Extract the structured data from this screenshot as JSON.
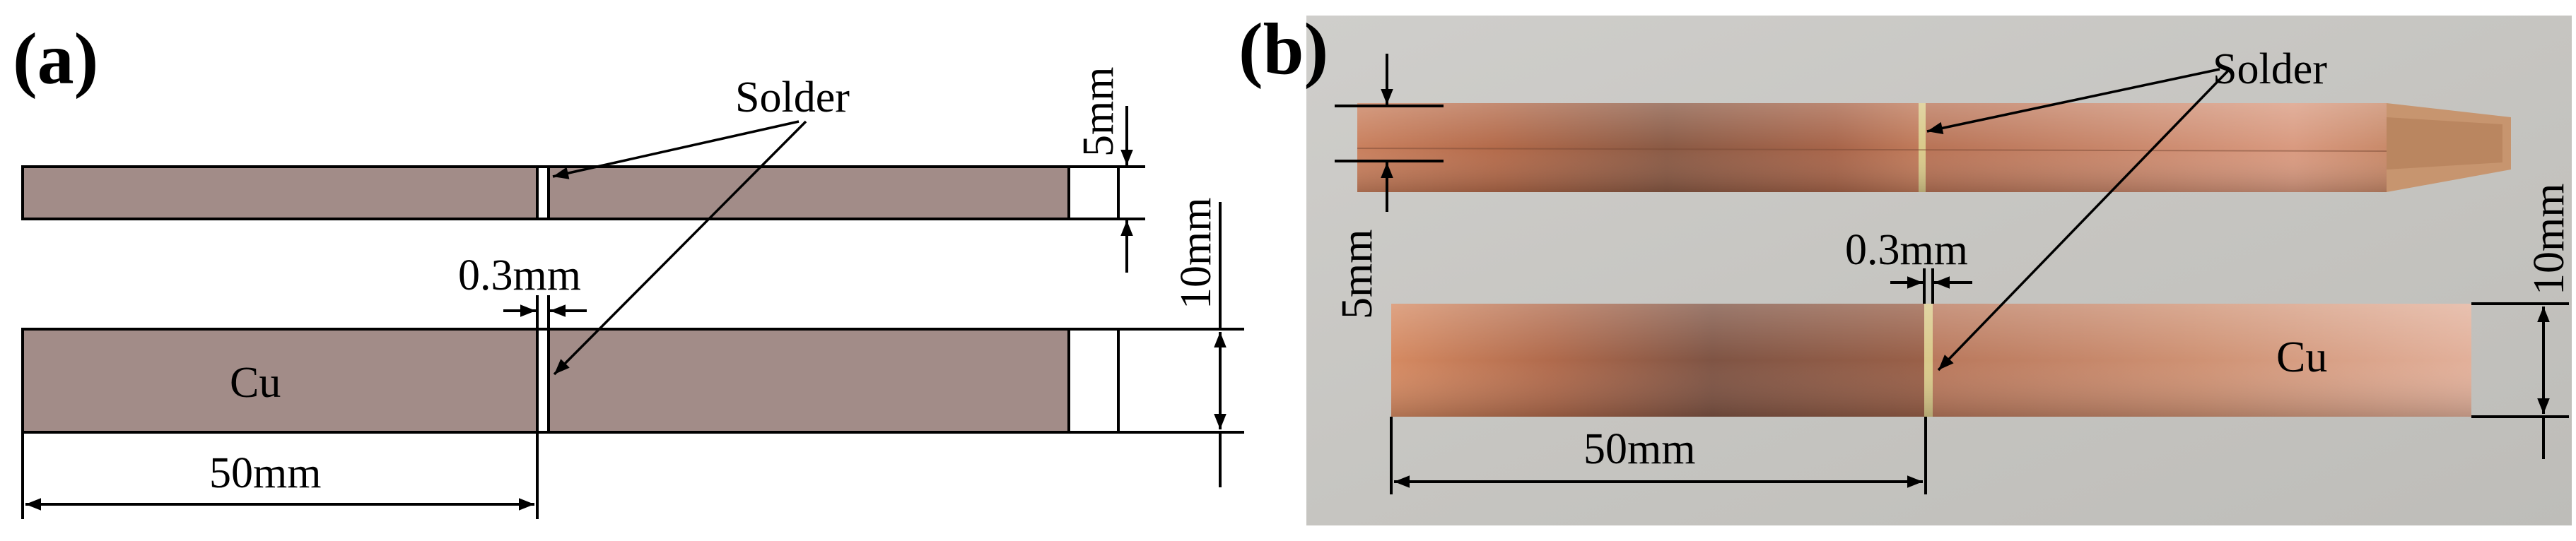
{
  "panel_a": {
    "label": "(a)",
    "solder_label": "Solder",
    "gap_label": "0.3mm",
    "material_label": "Cu",
    "length_label": "50mm",
    "thickness_label": "5mm",
    "spacing_label": "10mm"
  },
  "panel_b": {
    "label": "(b)",
    "solder_label": "Solder",
    "gap_label": "0.3mm",
    "material_label": "Cu",
    "length_label": "50mm",
    "thickness_label": "5mm",
    "spacing_label": "10mm"
  },
  "colors": {
    "copper_schematic": "#a28c88",
    "copper_photo": "#c07a55",
    "photo_background": "#c9c8c4",
    "solder_joint": "#d9c98a"
  }
}
